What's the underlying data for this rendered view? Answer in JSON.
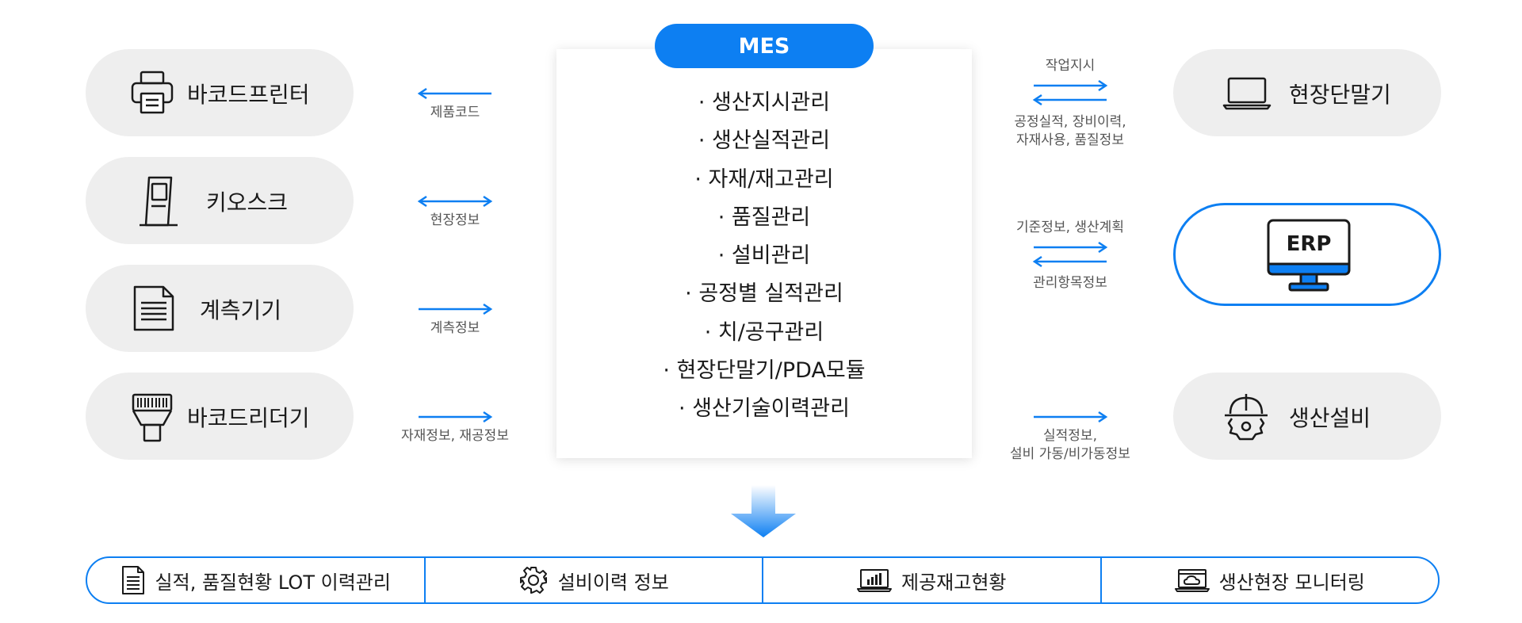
{
  "mes": {
    "title": "MES",
    "items": [
      "· 생산지시관리",
      "· 생산실적관리",
      "· 자재/재고관리",
      "· 품질관리",
      "· 설비관리",
      "· 공정별 실적관리",
      "· 치/공구관리",
      "· 현장단말기/PDA모듈",
      "· 생산기술이력관리"
    ]
  },
  "left": [
    {
      "label": "바코드프린터",
      "icon": "printer-icon",
      "caption": "제품코드",
      "arrow": "left"
    },
    {
      "label": "키오스크",
      "icon": "kiosk-icon",
      "caption": "현장정보",
      "arrow": "both"
    },
    {
      "label": "계측기기",
      "icon": "document-icon",
      "caption": "계측정보",
      "arrow": "right"
    },
    {
      "label": "바코드리더기",
      "icon": "barcode-reader-icon",
      "caption": "자재정보, 재공정보",
      "arrow": "right"
    }
  ],
  "right": [
    {
      "label": "현장단말기",
      "icon": "laptop-icon",
      "caption_top": "작업지시",
      "caption_bottom": "공정실적, 장비이력,\n자재사용, 품질정보"
    },
    {
      "label": "ERP",
      "icon": "monitor-icon",
      "caption_top": "기준정보, 생산계획",
      "caption_bottom": "관리항목정보"
    },
    {
      "label": "생산설비",
      "icon": "hardhat-gear-icon",
      "caption_top": "",
      "caption_bottom": "실적정보,\n설비 가동/비가동정보"
    }
  ],
  "bottom": [
    {
      "label": "실적, 품질현황 LOT 이력관리",
      "icon": "document-icon"
    },
    {
      "label": "설비이력 정보",
      "icon": "gear-icon"
    },
    {
      "label": "제공재고현황",
      "icon": "chart-laptop-icon"
    },
    {
      "label": "생산현장 모니터링",
      "icon": "cloud-laptop-icon"
    }
  ],
  "colors": {
    "accent": "#0d7ff2",
    "pill": "#eeeeee",
    "text": "#1a1a1a",
    "caption": "#555555"
  }
}
